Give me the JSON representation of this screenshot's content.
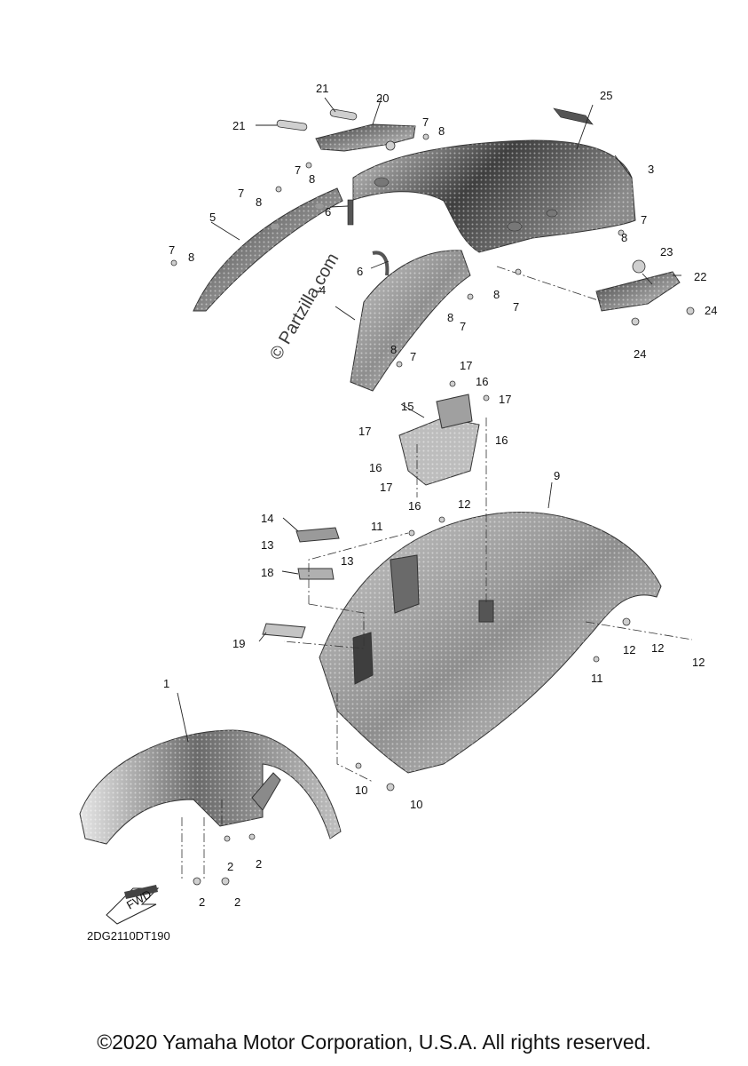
{
  "callouts": [
    {
      "id": "c1",
      "label": "1"
    },
    {
      "id": "c2a",
      "label": "2"
    },
    {
      "id": "c2b",
      "label": "2"
    },
    {
      "id": "c2c",
      "label": "2"
    },
    {
      "id": "c2d",
      "label": "2"
    },
    {
      "id": "c3",
      "label": "3"
    },
    {
      "id": "c4",
      "label": "4"
    },
    {
      "id": "c5",
      "label": "5"
    },
    {
      "id": "c6a",
      "label": "6"
    },
    {
      "id": "c6b",
      "label": "6"
    },
    {
      "id": "c7a",
      "label": "7"
    },
    {
      "id": "c7b",
      "label": "7"
    },
    {
      "id": "c7c",
      "label": "7"
    },
    {
      "id": "c7d",
      "label": "7"
    },
    {
      "id": "c7e",
      "label": "7"
    },
    {
      "id": "c7f",
      "label": "7"
    },
    {
      "id": "c7g",
      "label": "7"
    },
    {
      "id": "c7h",
      "label": "7"
    },
    {
      "id": "c8a",
      "label": "8"
    },
    {
      "id": "c8b",
      "label": "8"
    },
    {
      "id": "c8c",
      "label": "8"
    },
    {
      "id": "c8d",
      "label": "8"
    },
    {
      "id": "c8e",
      "label": "8"
    },
    {
      "id": "c8f",
      "label": "8"
    },
    {
      "id": "c8g",
      "label": "8"
    },
    {
      "id": "c8h",
      "label": "8"
    },
    {
      "id": "c9",
      "label": "9"
    },
    {
      "id": "c10a",
      "label": "10"
    },
    {
      "id": "c10b",
      "label": "10"
    },
    {
      "id": "c11a",
      "label": "11"
    },
    {
      "id": "c11b",
      "label": "11"
    },
    {
      "id": "c12a",
      "label": "12"
    },
    {
      "id": "c12b",
      "label": "12"
    },
    {
      "id": "c12c",
      "label": "12"
    },
    {
      "id": "c12d",
      "label": "12"
    },
    {
      "id": "c13a",
      "label": "13"
    },
    {
      "id": "c13b",
      "label": "13"
    },
    {
      "id": "c14",
      "label": "14"
    },
    {
      "id": "c15",
      "label": "15"
    },
    {
      "id": "c16a",
      "label": "16"
    },
    {
      "id": "c16b",
      "label": "16"
    },
    {
      "id": "c16c",
      "label": "16"
    },
    {
      "id": "c16d",
      "label": "16"
    },
    {
      "id": "c17a",
      "label": "17"
    },
    {
      "id": "c17b",
      "label": "17"
    },
    {
      "id": "c17c",
      "label": "17"
    },
    {
      "id": "c17d",
      "label": "17"
    },
    {
      "id": "c18",
      "label": "18"
    },
    {
      "id": "c19",
      "label": "19"
    },
    {
      "id": "c20",
      "label": "20"
    },
    {
      "id": "c21a",
      "label": "21"
    },
    {
      "id": "c21b",
      "label": "21"
    },
    {
      "id": "c22",
      "label": "22"
    },
    {
      "id": "c23",
      "label": "23"
    },
    {
      "id": "c24a",
      "label": "24"
    },
    {
      "id": "c24b",
      "label": "24"
    },
    {
      "id": "c25",
      "label": "25"
    }
  ],
  "fwd_label": "FWD",
  "drawing_code": "2DG2110DT190",
  "watermark": "© Partzilla.com",
  "copyright": "©2020 Yamaha Motor Corporation, U.S.A. All rights reserved.",
  "colors": {
    "part_light": "#d9d9d9",
    "part_mid": "#a3a3a3",
    "part_dark": "#4a4a4a",
    "line": "#222222"
  }
}
